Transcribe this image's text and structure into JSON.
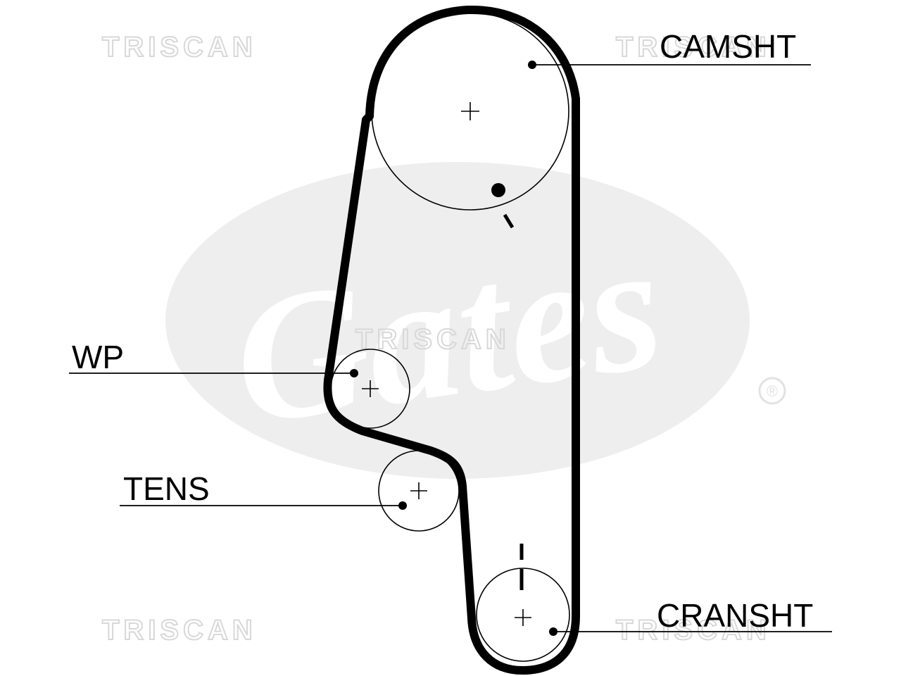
{
  "labels": {
    "camshaft": "CAMSHT",
    "water_pump": "WP",
    "tensioner": "TENS",
    "crankshaft": "CRANSHT"
  },
  "watermarks": {
    "brand": "TRISCAN"
  },
  "logo": {
    "brand": "Gates",
    "registered": "®"
  },
  "colors": {
    "ink": "#000000",
    "watermark": "#d8d8d8",
    "logo": "#eeeeee"
  }
}
